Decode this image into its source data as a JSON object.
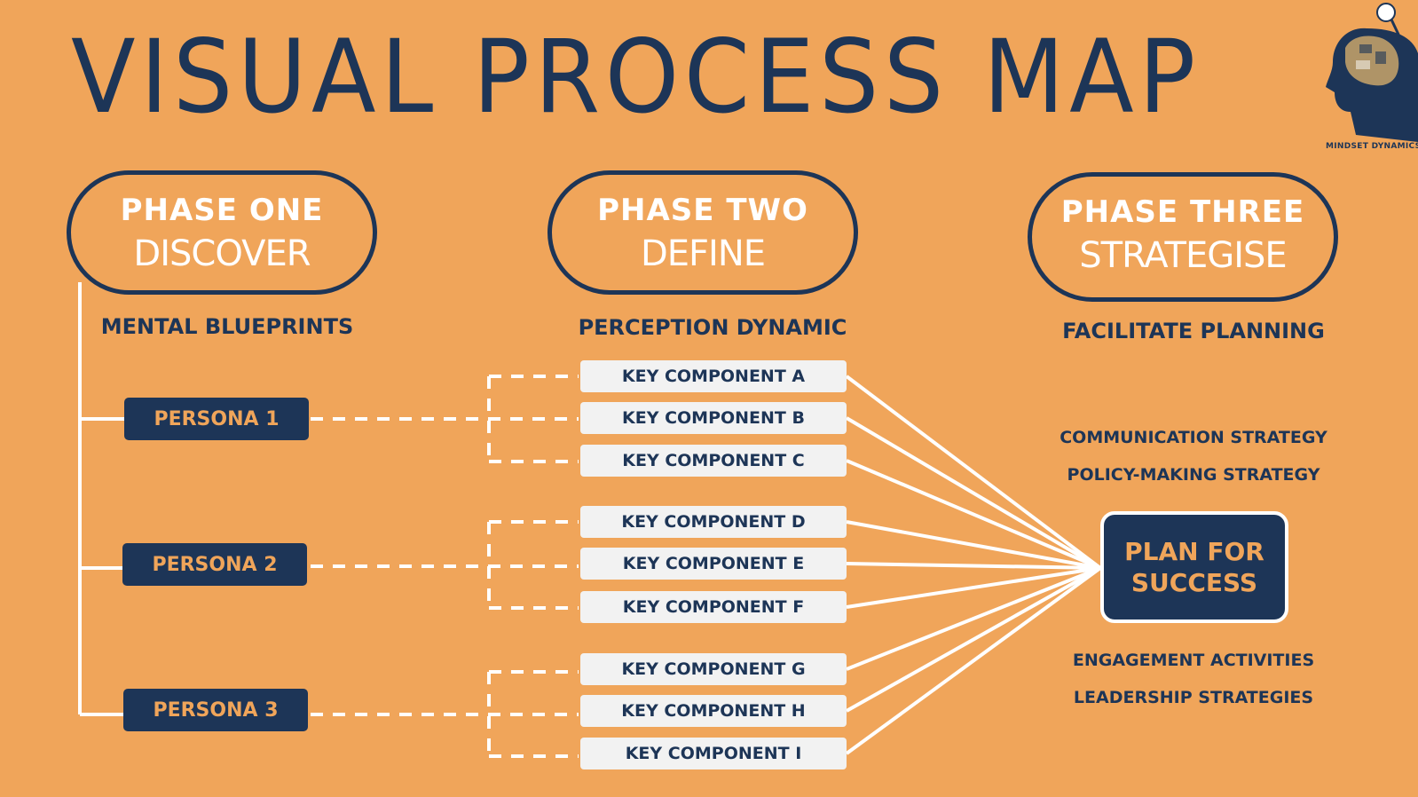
{
  "title": "VISUAL PROCESS MAP",
  "logo": {
    "text": "MINDSET DYNAMICS"
  },
  "phases": [
    {
      "phase": "PHASE ONE",
      "stage": "DISCOVER",
      "subtitle": "MENTAL BLUEPRINTS"
    },
    {
      "phase": "PHASE TWO",
      "stage": "DEFINE",
      "subtitle": "PERCEPTION DYNAMIC"
    },
    {
      "phase": "PHASE THREE",
      "stage": "STRATEGISE",
      "subtitle": "FACILITATE PLANNING"
    }
  ],
  "personas": [
    "PERSONA 1",
    "PERSONA 2",
    "PERSONA 3"
  ],
  "components": [
    "KEY COMPONENT A",
    "KEY COMPONENT B",
    "KEY COMPONENT C",
    "KEY COMPONENT D",
    "KEY COMPONENT E",
    "KEY COMPONENT F",
    "KEY COMPONENT G",
    "KEY COMPONENT H",
    "KEY COMPONENT I"
  ],
  "plan": {
    "line1": "PLAN FOR",
    "line2": "SUCCESS"
  },
  "strategies": [
    "COMMUNICATION STRATEGY",
    "POLICY-MAKING STRATEGY",
    "ENGAGEMENT ACTIVITIES",
    "LEADERSHIP STRATEGIES"
  ],
  "colors": {
    "background": "#F0A55A",
    "navy": "#1D3557",
    "white": "#FFFFFF",
    "card": "#F2F2F2"
  }
}
